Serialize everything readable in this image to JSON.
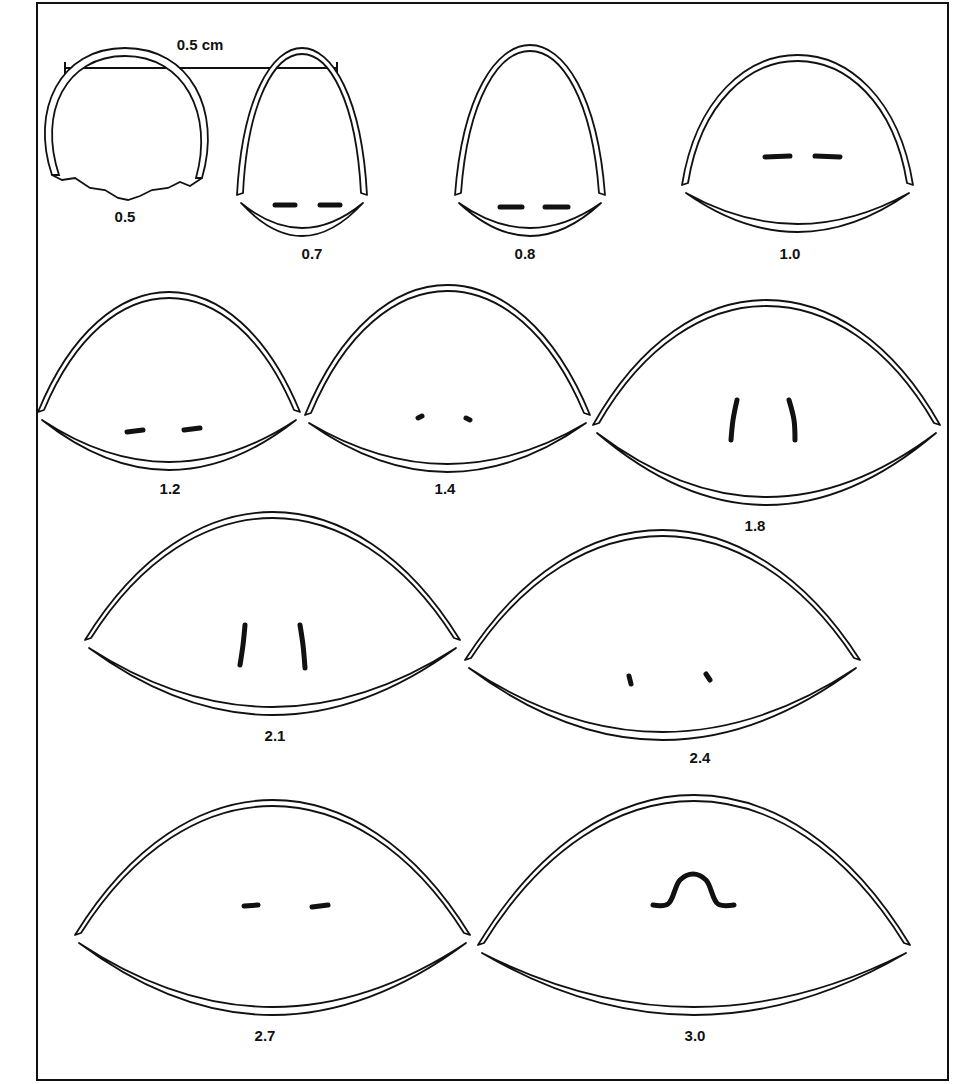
{
  "diagram": {
    "labels": [
      "0.5 cm",
      "0.5",
      "0.7",
      "0.8",
      "1.0",
      "1.2",
      "1.4",
      "1.8",
      "2.1",
      "2.4",
      "2.7",
      "3.0"
    ]
  }
}
